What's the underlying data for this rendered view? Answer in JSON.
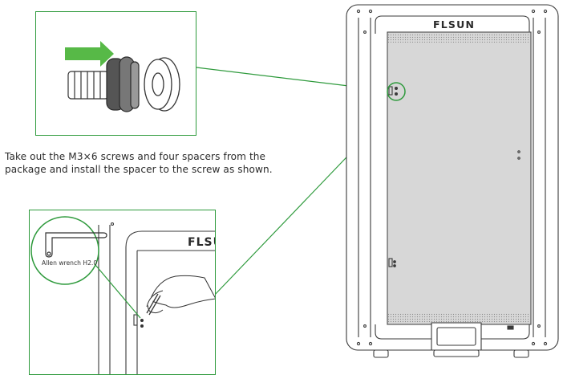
{
  "brand": {
    "logo_text": "FLSUN"
  },
  "instruction": {
    "line1": "Take out the M3×6 screws and four spacers from the",
    "line2": "package and install the spacer to the screw as shown."
  },
  "callout": {
    "tool_label": "Allen wrench H2.0"
  },
  "colors": {
    "accent_green": "#2e9a3c",
    "arrow_green": "#57b947",
    "panel_grey": "#d7d7d7"
  }
}
